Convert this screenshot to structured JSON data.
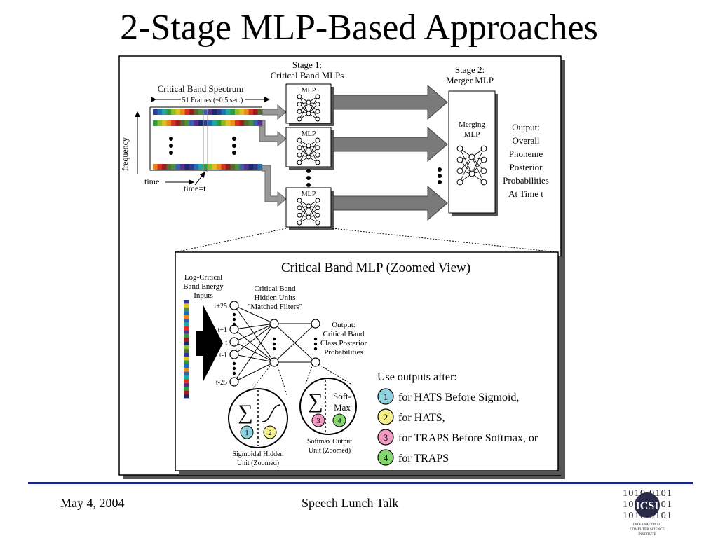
{
  "slide": {
    "title": "2-Stage MLP-Based Approaches",
    "footer_date": "May 4, 2004",
    "footer_talk": "Speech Lunch Talk"
  },
  "logo": {
    "binary_rows": [
      "1010 0101",
      "1010 0101",
      "1010 0101"
    ],
    "mark": "ICSI",
    "caption": [
      "INTERNATIONAL",
      "COMPUTER SCIENCE",
      "INSTITUTE"
    ]
  },
  "top_panel": {
    "spectrum_title": "Critical Band Spectrum",
    "frames_label": "51 Frames (~0.5 sec.)",
    "freq_label": "frequency",
    "time_label": "time",
    "time_t_label": "time=t",
    "stage1_title": [
      "Stage 1:",
      "Critical Band MLPs"
    ],
    "stage2_title": [
      "Stage 2:",
      "Merger MLP"
    ],
    "mlp_label": "MLP",
    "merging_label": [
      "Merging",
      "MLP"
    ],
    "output_label": [
      "Output:",
      "Overall",
      "Phoneme",
      "Posterior",
      "Probabilities",
      "At Time t"
    ]
  },
  "zoom_panel": {
    "title": "Critical Band MLP (Zoomed View)",
    "inputs_label": [
      "Log-Critical",
      "Band Energy",
      "Inputs"
    ],
    "hidden_label": [
      "Critical Band",
      "Hidden Units",
      "\"Matched Filters\""
    ],
    "output_label": [
      "Output:",
      "Critical Band",
      "Class Posterior",
      "Probabilities"
    ],
    "input_ticks": [
      "t+25",
      "t+1",
      "t",
      "t-1",
      "t-25"
    ],
    "sigmoid_caption": [
      "Sigmoidal Hidden",
      "Unit (Zoomed)"
    ],
    "softmax_caption": [
      "Softmax Output",
      "Unit (Zoomed)"
    ],
    "sum_symbol": "∑",
    "softmax_text": [
      "Soft-",
      "Max"
    ],
    "use_outputs_title": "Use outputs after:",
    "options": [
      {
        "num": "1",
        "text": "for HATS Before Sigmoid,",
        "color": "#8fd3e0"
      },
      {
        "num": "2",
        "text": "for HATS,",
        "color": "#f5f08a"
      },
      {
        "num": "3",
        "text": "for TRAPS Before Softmax, or",
        "color": "#f09ac4"
      },
      {
        "num": "4",
        "text": "for TRAPS",
        "color": "#86d66f"
      }
    ]
  },
  "colors": {
    "band_colors": [
      "#2e3b8f",
      "#1e6fb5",
      "#1fa6a0",
      "#2f9a3a",
      "#8bbf2a",
      "#e0c020",
      "#e88a1a",
      "#d8321e",
      "#9a1e1e",
      "#556b2f",
      "#4a8f3f",
      "#3a5fb0",
      "#5a2e8f",
      "#1a2b6b"
    ],
    "accent": "#1a237e"
  }
}
